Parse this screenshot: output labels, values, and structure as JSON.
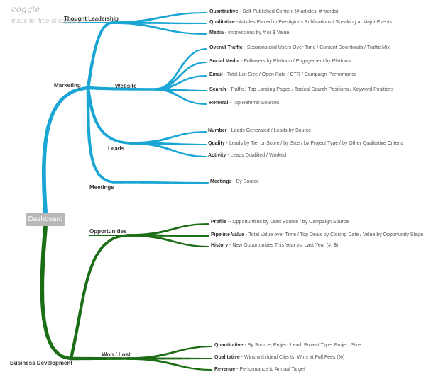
{
  "header": {
    "brand": "coggle",
    "tagline": "made for free at coggle.it"
  },
  "root": {
    "label": "Dashboard"
  },
  "colors": {
    "marketing": "#1aa6d4",
    "business": "#1c6e16"
  },
  "marketing": {
    "label": "Marketing",
    "branches": [
      {
        "label": "Thought Leadership",
        "items": [
          {
            "title": "Quantitative",
            "desc": " - Self-Published Content (# articles, # words)"
          },
          {
            "title": "Qualitative",
            "desc": " - Articles Placed in Prestigious Publications / Speaking at Major Events"
          },
          {
            "title": "Media",
            "desc": " - Impressions by # or $ Value"
          }
        ]
      },
      {
        "label": "Website",
        "items": [
          {
            "title": "Overall Traffic",
            "desc": " - Sessions and Users Over Time / Content Downloads / Traffic Mix"
          },
          {
            "title": "Social Media",
            "desc": " - Followers by Platform / Engagement by Platform"
          },
          {
            "title": "Email",
            "desc": " - Total List Size / Open Rate / CTR / Campaign Performance"
          },
          {
            "title": "Search",
            "desc": " - Traffic / Top Landing Pages / Topical Search Positions / Keyword Positions"
          },
          {
            "title": "Referral",
            "desc": " - Top Referral Sources"
          }
        ]
      },
      {
        "label": "Leads",
        "items": [
          {
            "title": "Number",
            "desc": " - Leads Generated / Leads by Source"
          },
          {
            "title": "Quality",
            "desc": " - Leads by Tier or Score / by Size / by Project Type / by Other Qualitative Criteria"
          },
          {
            "title": "Activity",
            "desc": " - Leads Qualified / Worked"
          }
        ]
      },
      {
        "label": "Meetings",
        "items": [
          {
            "title": "Meetings",
            "desc": " - By Source"
          }
        ]
      }
    ]
  },
  "business": {
    "label": "Business Development",
    "branches": [
      {
        "label": "Opportunities",
        "items": [
          {
            "title": "Profile",
            "desc": " -- Opportunities by Lead Source / by Campaign Source"
          },
          {
            "title": "Pipeline Value",
            "desc": " - Total Value over Time / Top Deals by Closing Date / Value by Opportunity Stage"
          },
          {
            "title": "History",
            "desc": " - New Opportunities This Year vs. Last Year (#, $)"
          }
        ]
      },
      {
        "label": "Won / Lost",
        "items": [
          {
            "title": "Quantitative",
            "desc": " - By Source, Project Lead, Project Type, Project Size"
          },
          {
            "title": "Qualitative",
            "desc": " - Wins with Ideal Clients, Wins at Full Fees (%)"
          },
          {
            "title": "Revenue",
            "desc": " - Performance to Annual Target"
          }
        ]
      }
    ]
  }
}
